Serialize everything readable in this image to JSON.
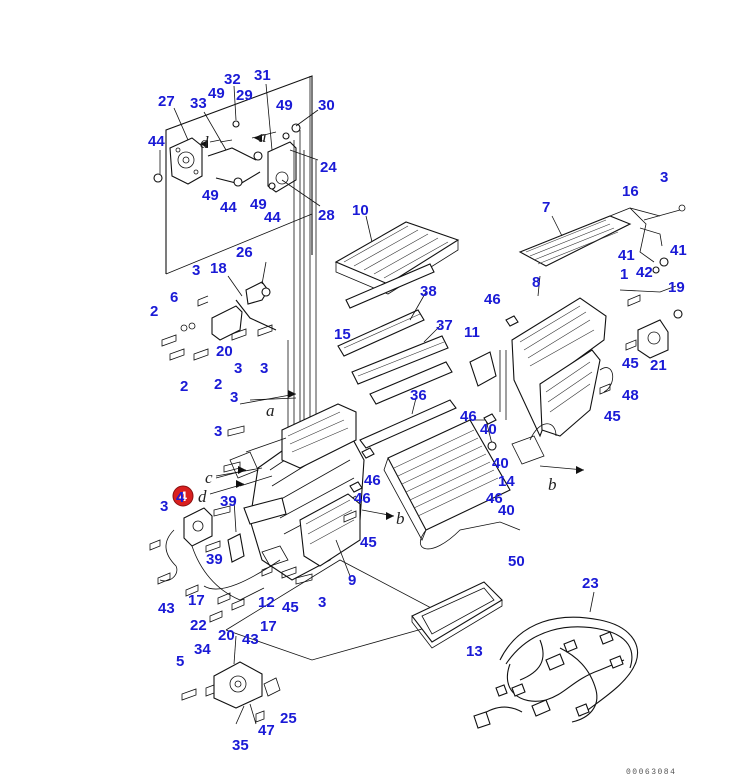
{
  "diagram": {
    "highlighted_part": "4",
    "drawing_number": "00063084",
    "section_letters": [
      "a",
      "b",
      "c",
      "d"
    ],
    "callouts": [
      "27",
      "33",
      "49",
      "32",
      "29",
      "31",
      "49",
      "30",
      "44",
      "24",
      "49",
      "44",
      "49",
      "44",
      "28",
      "10",
      "7",
      "16",
      "3",
      "41",
      "41",
      "42",
      "26",
      "3",
      "18",
      "6",
      "2",
      "20",
      "2",
      "2",
      "3",
      "3",
      "8",
      "1",
      "19",
      "46",
      "38",
      "15",
      "37",
      "11",
      "45",
      "21",
      "48",
      "3",
      "45",
      "36",
      "3",
      "46",
      "40",
      "40",
      "14",
      "46",
      "3",
      "39",
      "46",
      "40",
      "4",
      "46",
      "45",
      "39",
      "9",
      "50",
      "43",
      "17",
      "12",
      "45",
      "3",
      "22",
      "17",
      "20",
      "43",
      "23",
      "5",
      "34",
      "13",
      "25",
      "47",
      "35"
    ]
  }
}
